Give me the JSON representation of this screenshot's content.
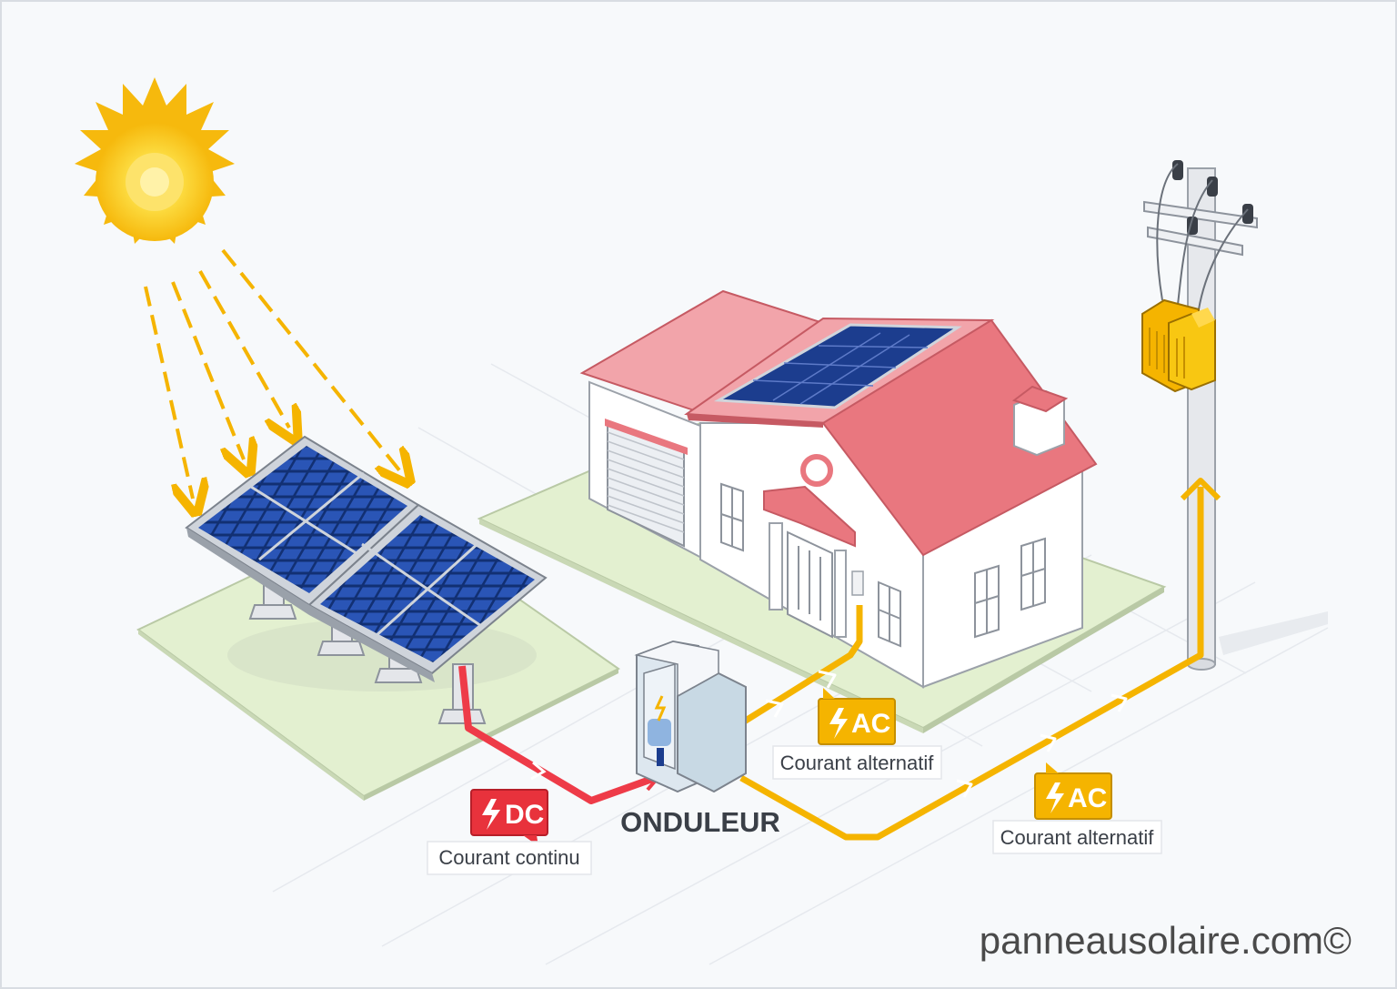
{
  "diagram": {
    "dc_badge": {
      "icon": "lightning-icon",
      "text": "DC",
      "color": "#e8323c"
    },
    "dc_caption": "Courant continu",
    "inverter_label": "ONDULEUR",
    "ac_badge_house": {
      "icon": "lightning-icon",
      "text": "AC",
      "color": "#f5b400"
    },
    "ac_caption_house": "Courant alternatif",
    "ac_badge_grid": {
      "icon": "lightning-icon",
      "text": "AC",
      "color": "#f5b400"
    },
    "ac_caption_grid": "Courant alternatif",
    "watermark": "panneausolaire.com©"
  },
  "colors": {
    "sun": "#f8c712",
    "sun_core": "#fde36b",
    "dc_line": "#ee3b48",
    "ac_line": "#f5b400",
    "roof": "#e9777f",
    "panel": "#1c3d8e",
    "lawn": "#e3f0d0"
  }
}
